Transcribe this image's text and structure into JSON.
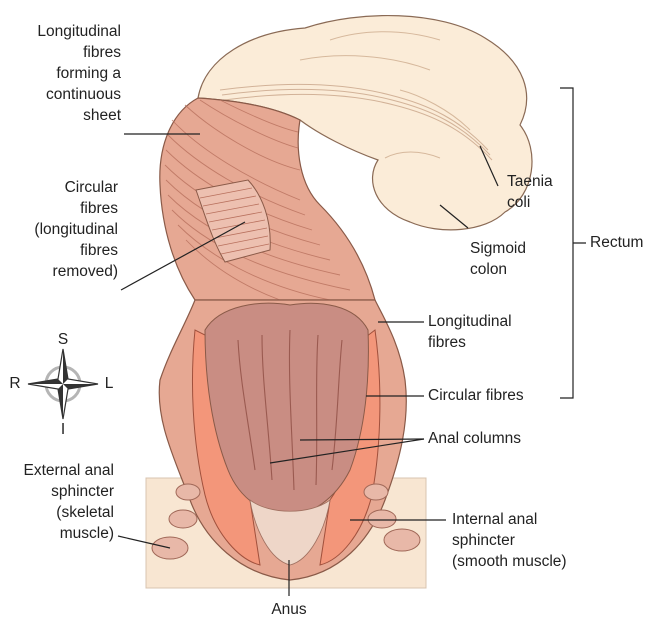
{
  "labels": {
    "longitudinal_sheet": [
      "Longitudinal",
      "fibres",
      "forming a",
      "continuous",
      "sheet"
    ],
    "circular_removed": [
      "Circular",
      "fibres",
      "(longitudinal",
      "fibres",
      "removed)"
    ],
    "taenia_coli": [
      "Taenia",
      "coli"
    ],
    "sigmoid_colon": [
      "Sigmoid",
      "colon"
    ],
    "rectum": "Rectum",
    "longitudinal_fibres": [
      "Longitudinal",
      "fibres"
    ],
    "circular_fibres": "Circular fibres",
    "anal_columns": "Anal columns",
    "external_sphincter": [
      "External anal",
      "sphincter",
      "(skeletal",
      "muscle)"
    ],
    "internal_sphincter": [
      "Internal anal",
      "sphincter",
      "(smooth muscle)"
    ],
    "anus": "Anus"
  },
  "compass": {
    "s": "S",
    "i": "I",
    "r": "R",
    "l": "L"
  },
  "colors": {
    "colon": "#fbecd8",
    "muscle": "#e6a893",
    "muscle_dark": "#b8705d",
    "mucosa": "#c98d83",
    "smooth_muscle": "#f3967a",
    "sphincter": "#e8b8a8",
    "skin": "#f8e6d2"
  }
}
